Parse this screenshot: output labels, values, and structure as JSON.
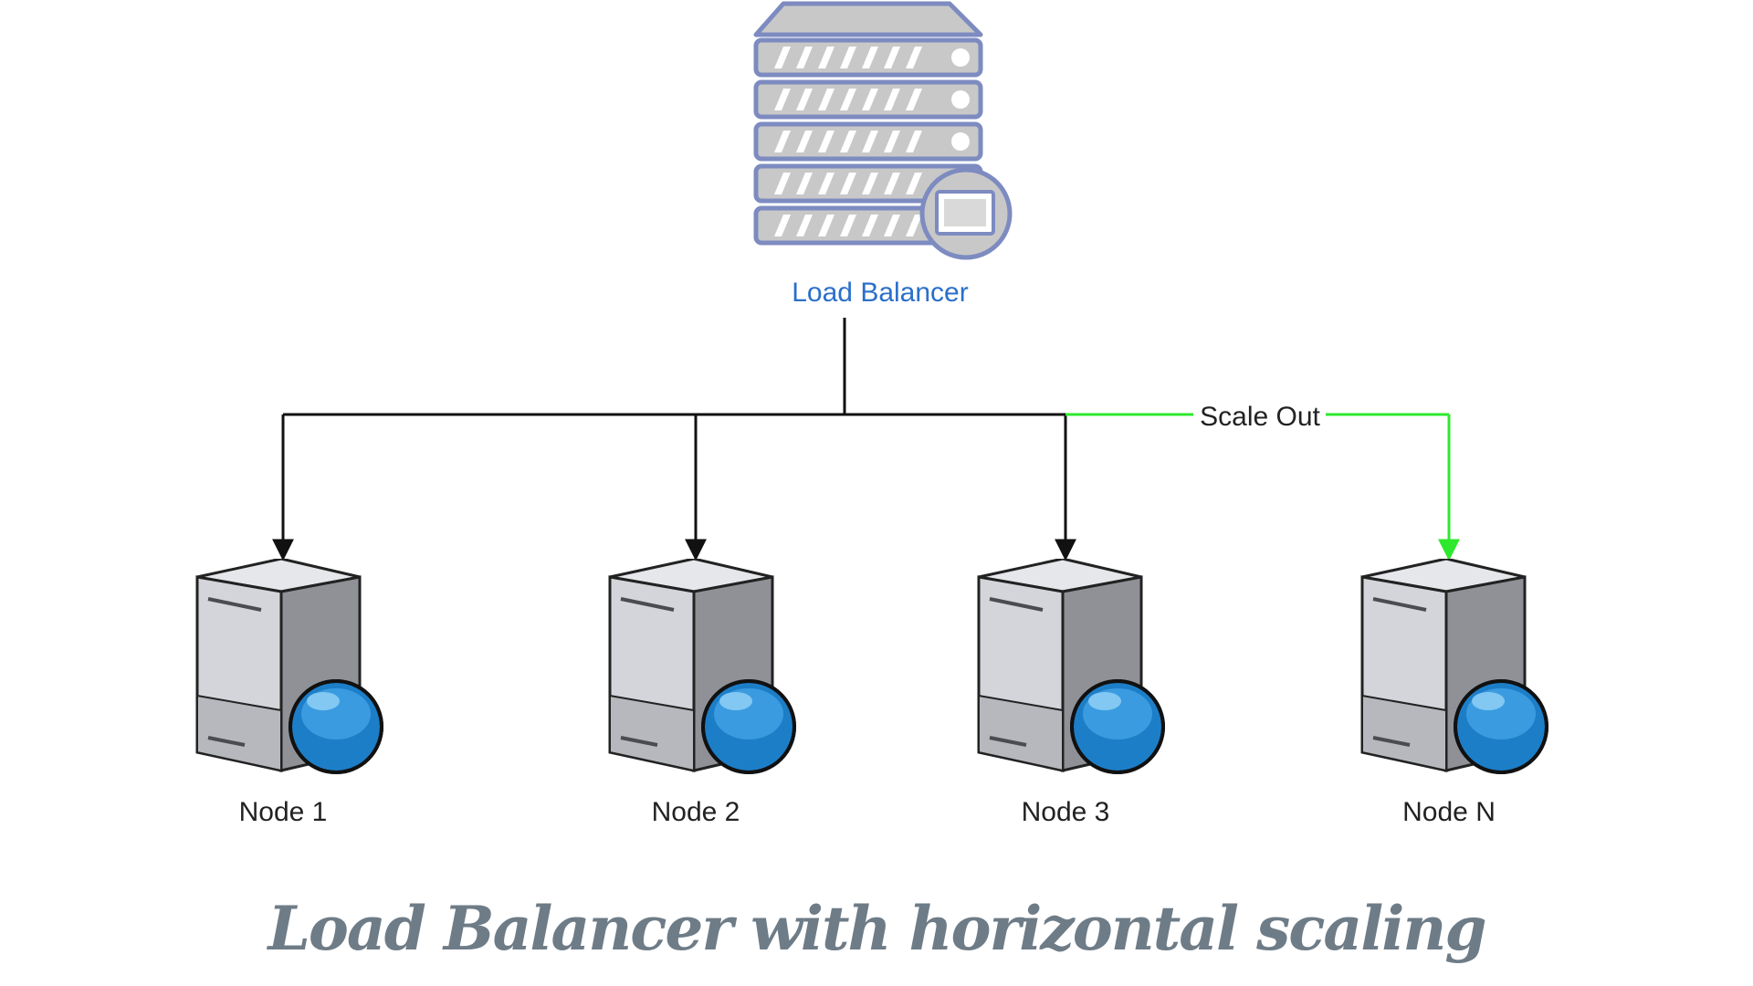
{
  "load_balancer": {
    "label": "Load Balancer",
    "icon": "load-balancer-server-rack-icon"
  },
  "nodes": [
    {
      "label": "Node 1",
      "icon": "web-server-globe-icon",
      "scaled_out": false
    },
    {
      "label": "Node 2",
      "icon": "web-server-globe-icon",
      "scaled_out": false
    },
    {
      "label": "Node 3",
      "icon": "web-server-globe-icon",
      "scaled_out": false
    },
    {
      "label": "Node N",
      "icon": "web-server-globe-icon",
      "scaled_out": true
    }
  ],
  "edges": {
    "scale_out_label": "Scale Out",
    "connector_color": "#111111",
    "scale_out_color": "#2ee82e"
  },
  "caption": "Load Balancer with horizontal scaling",
  "colors": {
    "lb_label": "#2a6fc9",
    "rack_fill": "#c8c8c8",
    "rack_stroke": "#7d8bc0",
    "server_light": "#d3d5da",
    "server_dark": "#8f9196",
    "globe_blue": "#1d7ec8",
    "caption": "#6e7c87"
  }
}
